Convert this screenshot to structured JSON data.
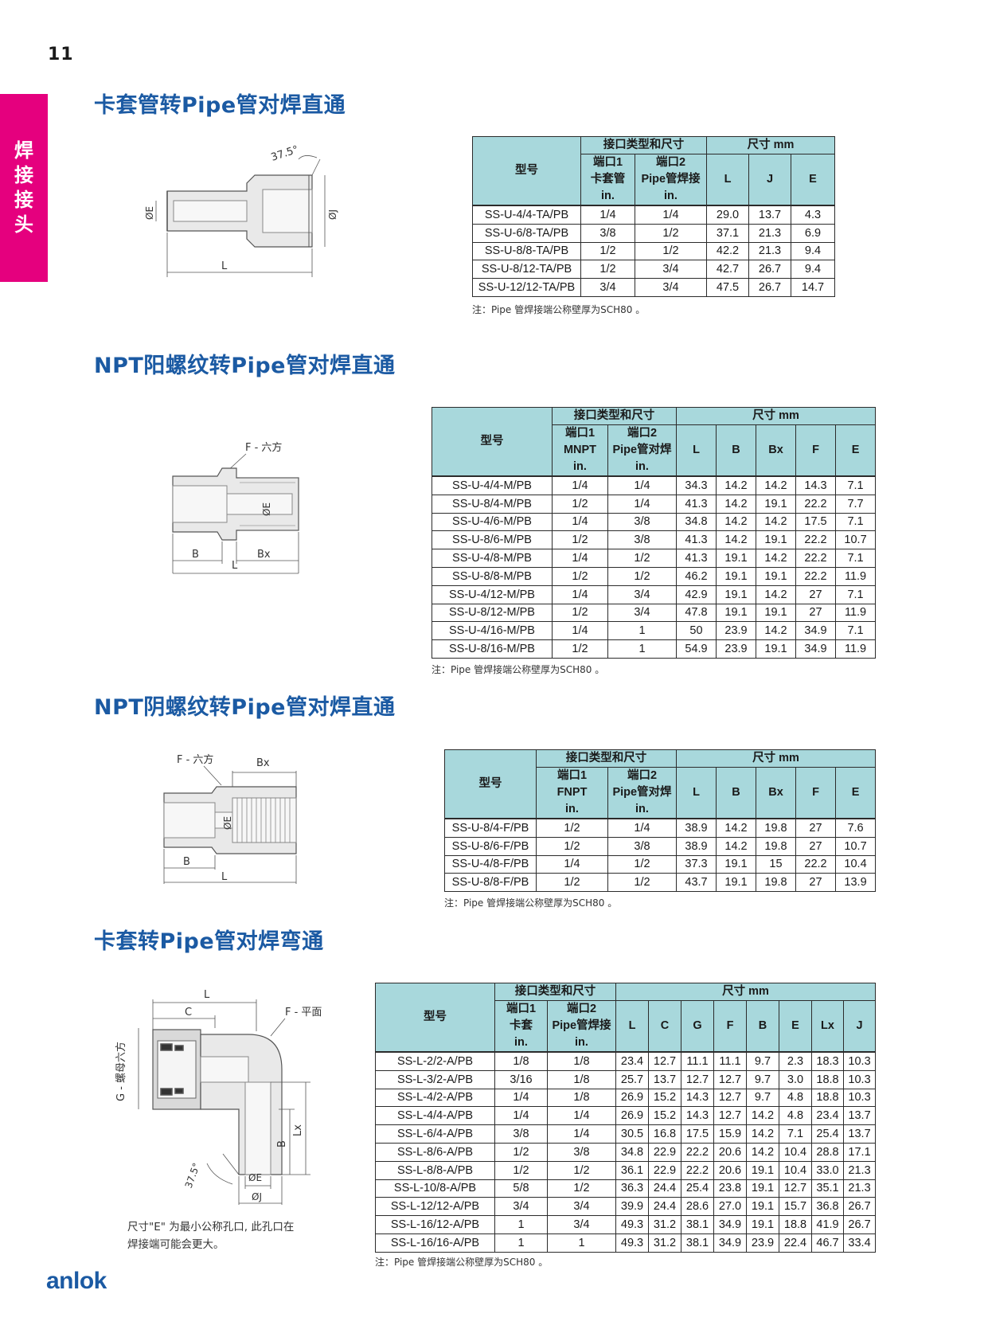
{
  "page_number": "11",
  "side_tab": [
    "焊",
    "接",
    "接",
    "头"
  ],
  "logo": "anlok",
  "sections": [
    {
      "title": "卡套管转Pipe管对焊直通",
      "diagram_labels": {
        "angle": "37.5°",
        "e": "ØE",
        "j": "ØJ",
        "l": "L"
      },
      "header": {
        "model": "型号",
        "conn_group": "接口类型和尺寸",
        "dim_group": "尺寸 mm",
        "port1": [
          "端口1",
          "卡套管",
          "in."
        ],
        "port2": [
          "端口2",
          "Pipe管焊接",
          "in."
        ],
        "dims": [
          "L",
          "J",
          "E"
        ]
      },
      "rows": [
        [
          "SS-U-4/4-TA/PB",
          "1/4",
          "1/4",
          "29.0",
          "13.7",
          "4.3"
        ],
        [
          "SS-U-6/8-TA/PB",
          "3/8",
          "1/2",
          "37.1",
          "21.3",
          "6.9"
        ],
        [
          "SS-U-8/8-TA/PB",
          "1/2",
          "1/2",
          "42.2",
          "21.3",
          "9.4"
        ],
        [
          "SS-U-8/12-TA/PB",
          "1/2",
          "3/4",
          "42.7",
          "26.7",
          "9.4"
        ],
        [
          "SS-U-12/12-TA/PB",
          "3/4",
          "3/4",
          "47.5",
          "26.7",
          "14.7"
        ]
      ],
      "note": "注：Pipe 管焊接端公称壁厚为SCH80 。"
    },
    {
      "title": "NPT阳螺纹转Pipe管对焊直通",
      "diagram_labels": {
        "hex": "F - 六方",
        "e": "ØE",
        "b": "B",
        "bx": "Bx",
        "l": "L"
      },
      "header": {
        "model": "型号",
        "conn_group": "接口类型和尺寸",
        "dim_group": "尺寸 mm",
        "port1": [
          "端口1",
          "MNPT",
          "in."
        ],
        "port2": [
          "端口2",
          "Pipe管对焊",
          "in."
        ],
        "dims": [
          "L",
          "B",
          "Bx",
          "F",
          "E"
        ]
      },
      "rows": [
        [
          "SS-U-4/4-M/PB",
          "1/4",
          "1/4",
          "34.3",
          "14.2",
          "14.2",
          "14.3",
          "7.1"
        ],
        [
          "SS-U-8/4-M/PB",
          "1/2",
          "1/4",
          "41.3",
          "14.2",
          "19.1",
          "22.2",
          "7.7"
        ],
        [
          "SS-U-4/6-M/PB",
          "1/4",
          "3/8",
          "34.8",
          "14.2",
          "14.2",
          "17.5",
          "7.1"
        ],
        [
          "SS-U-8/6-M/PB",
          "1/2",
          "3/8",
          "41.3",
          "14.2",
          "19.1",
          "22.2",
          "10.7"
        ],
        [
          "SS-U-4/8-M/PB",
          "1/4",
          "1/2",
          "41.3",
          "19.1",
          "14.2",
          "22.2",
          "7.1"
        ],
        [
          "SS-U-8/8-M/PB",
          "1/2",
          "1/2",
          "46.2",
          "19.1",
          "19.1",
          "22.2",
          "11.9"
        ],
        [
          "SS-U-4/12-M/PB",
          "1/4",
          "3/4",
          "42.9",
          "19.1",
          "14.2",
          "27",
          "7.1"
        ],
        [
          "SS-U-8/12-M/PB",
          "1/2",
          "3/4",
          "47.8",
          "19.1",
          "19.1",
          "27",
          "11.9"
        ],
        [
          "SS-U-4/16-M/PB",
          "1/4",
          "1",
          "50",
          "23.9",
          "14.2",
          "34.9",
          "7.1"
        ],
        [
          "SS-U-8/16-M/PB",
          "1/2",
          "1",
          "54.9",
          "23.9",
          "19.1",
          "34.9",
          "11.9"
        ]
      ],
      "note": "注：Pipe 管焊接端公称壁厚为SCH80 。"
    },
    {
      "title": "NPT阴螺纹转Pipe管对焊直通",
      "diagram_labels": {
        "hex": "F - 六方",
        "bx": "Bx",
        "e": "ØE",
        "b": "B",
        "l": "L"
      },
      "header": {
        "model": "型号",
        "conn_group": "接口类型和尺寸",
        "dim_group": "尺寸 mm",
        "port1": [
          "端口1",
          "FNPT",
          "in."
        ],
        "port2": [
          "端口2",
          "Pipe管对焊",
          "in."
        ],
        "dims": [
          "L",
          "B",
          "Bx",
          "F",
          "E"
        ]
      },
      "rows": [
        [
          "SS-U-8/4-F/PB",
          "1/2",
          "1/4",
          "38.9",
          "14.2",
          "19.8",
          "27",
          "7.6"
        ],
        [
          "SS-U-8/6-F/PB",
          "1/2",
          "3/8",
          "38.9",
          "14.2",
          "19.8",
          "27",
          "10.7"
        ],
        [
          "SS-U-4/8-F/PB",
          "1/4",
          "1/2",
          "37.3",
          "19.1",
          "15",
          "22.2",
          "10.4"
        ],
        [
          "SS-U-8/8-F/PB",
          "1/2",
          "1/2",
          "43.7",
          "19.1",
          "19.8",
          "27",
          "13.9"
        ]
      ],
      "note": "注：Pipe 管焊接端公称壁厚为SCH80 。"
    },
    {
      "title": "卡套转Pipe管对焊弯通",
      "diagram_labels": {
        "l": "L",
        "c": "C",
        "f": "F - 平面",
        "g": "G - 螺母六方",
        "lx": "Lx",
        "b": "B",
        "angle": "37.5°",
        "e": "ØE",
        "j": "ØJ"
      },
      "fig_note": [
        "尺寸\"E\" 为最小公称孔口, 此孔口在",
        "焊接端可能会更大。"
      ],
      "header": {
        "model": "型号",
        "conn_group": "接口类型和尺寸",
        "dim_group": "尺寸 mm",
        "port1": [
          "端口1",
          "卡套",
          "in."
        ],
        "port2": [
          "端口2",
          "Pipe管焊接",
          "in."
        ],
        "dims": [
          "L",
          "C",
          "G",
          "F",
          "B",
          "E",
          "Lx",
          "J"
        ]
      },
      "rows": [
        [
          "SS-L-2/2-A/PB",
          "1/8",
          "1/8",
          "23.4",
          "12.7",
          "11.1",
          "11.1",
          "9.7",
          "2.3",
          "18.3",
          "10.3"
        ],
        [
          "SS-L-3/2-A/PB",
          "3/16",
          "1/8",
          "25.7",
          "13.7",
          "12.7",
          "12.7",
          "9.7",
          "3.0",
          "18.8",
          "10.3"
        ],
        [
          "SS-L-4/2-A/PB",
          "1/4",
          "1/8",
          "26.9",
          "15.2",
          "14.3",
          "12.7",
          "9.7",
          "4.8",
          "18.8",
          "10.3"
        ],
        [
          "SS-L-4/4-A/PB",
          "1/4",
          "1/4",
          "26.9",
          "15.2",
          "14.3",
          "12.7",
          "14.2",
          "4.8",
          "23.4",
          "13.7"
        ],
        [
          "SS-L-6/4-A/PB",
          "3/8",
          "1/4",
          "30.5",
          "16.8",
          "17.5",
          "15.9",
          "14.2",
          "7.1",
          "25.4",
          "13.7"
        ],
        [
          "SS-L-8/6-A/PB",
          "1/2",
          "3/8",
          "34.8",
          "22.9",
          "22.2",
          "20.6",
          "14.2",
          "10.4",
          "28.8",
          "17.1"
        ],
        [
          "SS-L-8/8-A/PB",
          "1/2",
          "1/2",
          "36.1",
          "22.9",
          "22.2",
          "20.6",
          "19.1",
          "10.4",
          "33.0",
          "21.3"
        ],
        [
          "SS-L-10/8-A/PB",
          "5/8",
          "1/2",
          "36.3",
          "24.4",
          "25.4",
          "23.8",
          "19.1",
          "12.7",
          "35.1",
          "21.3"
        ],
        [
          "SS-L-12/12-A/PB",
          "3/4",
          "3/4",
          "39.9",
          "24.4",
          "28.6",
          "27.0",
          "19.1",
          "15.7",
          "36.8",
          "26.7"
        ],
        [
          "SS-L-16/12-A/PB",
          "1",
          "3/4",
          "49.3",
          "31.2",
          "38.1",
          "34.9",
          "19.1",
          "18.8",
          "41.9",
          "26.7"
        ],
        [
          "SS-L-16/16-A/PB",
          "1",
          "1",
          "49.3",
          "31.2",
          "38.1",
          "34.9",
          "23.9",
          "22.4",
          "46.7",
          "33.4"
        ]
      ],
      "note": "注：Pipe 管焊接端公称壁厚为SCH80 。"
    }
  ],
  "colors": {
    "brand": "#1b5aa3",
    "tab": "#e5007e",
    "header_fill": "#a8d8dc"
  }
}
